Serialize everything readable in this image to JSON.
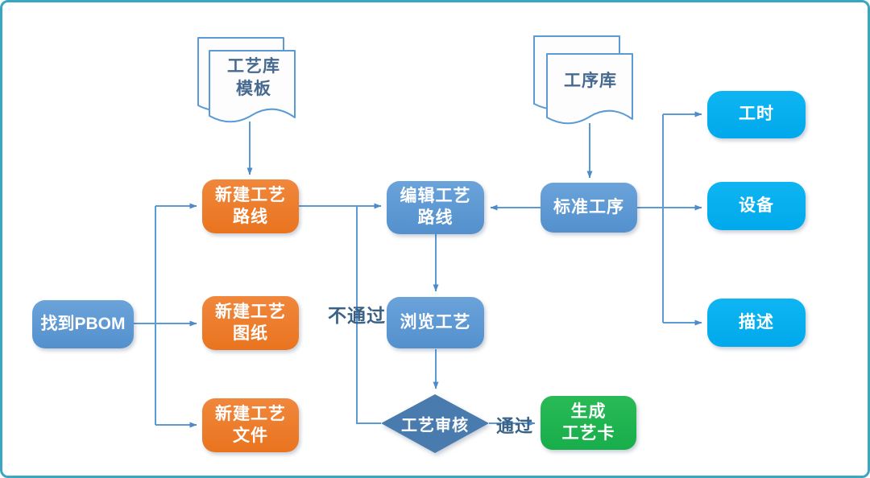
{
  "diagram": {
    "documents": {
      "process_template": {
        "label": "工艺库\n模板"
      },
      "operation_library": {
        "label": "工序库"
      }
    },
    "nodes": {
      "find_pbom": {
        "label": "找到PBOM"
      },
      "new_route": {
        "label": "新建工艺\n路线"
      },
      "new_drawing": {
        "label": "新建工艺\n图纸"
      },
      "new_file": {
        "label": "新建工艺\n文件"
      },
      "edit_route": {
        "label": "编辑工艺\n路线"
      },
      "standard_op": {
        "label": "标准工序"
      },
      "browse_process": {
        "label": "浏览工艺"
      },
      "review": {
        "label": "工艺审核"
      },
      "generate_card": {
        "label": "生成\n工艺卡"
      },
      "work_hours": {
        "label": "工时"
      },
      "equipment": {
        "label": "设备"
      },
      "description": {
        "label": "描述"
      }
    },
    "edge_labels": {
      "fail": {
        "text": "不通过"
      },
      "pass": {
        "text": "通过"
      }
    },
    "colors": {
      "orange_node": "#ED7D31",
      "blue_node": "#5B9BD5",
      "cyan_node": "#00AEEF",
      "green_node": "#1DB252",
      "diamond_node": "#4A7BAE",
      "connector": "#5B9BD5",
      "edge_label_text": "#3A6186",
      "document_text": "#46698F",
      "canvas_border": "#3BA6BF"
    }
  }
}
